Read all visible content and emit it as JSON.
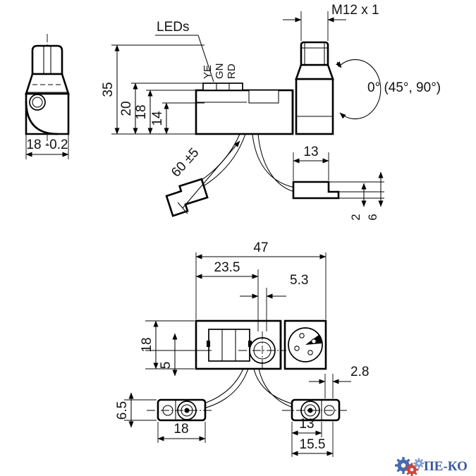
{
  "document": {
    "type": "technical-dimensional-drawing",
    "title": "Sensor dimensional drawing",
    "units": "mm",
    "background_color": "#ffffff",
    "line_color": "#000000"
  },
  "views": {
    "front_view": {
      "name": "front-view",
      "width_dimension": "18 -0.2"
    },
    "side_view": {
      "name": "side-view",
      "callout_leds": "LEDs",
      "led_labels": [
        "YE",
        "GN",
        "RD"
      ],
      "thread_label": "M12 x 1",
      "rotation_label": "0° (45°, 90°)",
      "height_dimensions": [
        "35",
        "20",
        "18",
        "14"
      ],
      "cable_length": "60 ±5",
      "connector_dimensions": {
        "length": "13",
        "tab_thickness": "2",
        "body_thickness": "6"
      }
    },
    "top_view": {
      "name": "top-view",
      "overall_length": "47",
      "hole_position": "23.5",
      "hole_diameter": "5.3",
      "body_width": "18",
      "axis_offset": "5",
      "left_terminal": {
        "width": "18",
        "height": "6.5"
      },
      "right_terminal": {
        "width": "13",
        "overall_width": "15.5",
        "hole_offset": "2.8"
      }
    }
  },
  "labels": {
    "leds": "LEDs",
    "led_yellow": "YE",
    "led_green": "GN",
    "led_red": "RD",
    "thread": "M12 x 1",
    "rotation": "0° (45°, 90°)",
    "dim_35": "35",
    "dim_20": "20",
    "dim_18_v": "18",
    "dim_14": "14",
    "dim_18_tol": "18 -0.2",
    "dim_60": "60 ±5",
    "dim_13_top": "13",
    "dim_2": "2",
    "dim_6": "6",
    "dim_47": "47",
    "dim_23_5": "23.5",
    "dim_5_3": "5.3",
    "dim_18_w": "18",
    "dim_5": "5",
    "dim_6_5": "6.5",
    "dim_18_left": "18",
    "dim_13_right": "13",
    "dim_15_5": "15.5",
    "dim_2_8": "2.8"
  },
  "watermark": {
    "name": "peko-logo",
    "text": "ПЕ-КО",
    "text_color": "#2b4a9b",
    "gear_colors": [
      "#2b4a9b",
      "#c0392b",
      "#7a9ad0"
    ]
  }
}
